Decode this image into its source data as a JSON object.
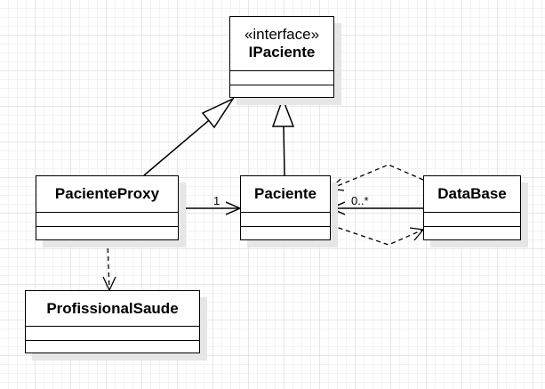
{
  "classes": {
    "ipaciente": {
      "stereotype": "«interface»",
      "name": "IPaciente"
    },
    "pacienteproxy": {
      "name": "PacienteProxy"
    },
    "paciente": {
      "name": "Paciente"
    },
    "database": {
      "name": "DataBase"
    },
    "profissionalsaude": {
      "name": "ProfissionalSaude"
    }
  },
  "relations": {
    "proxy_to_paciente": {
      "type": "association",
      "multiplicity": "1"
    },
    "database_to_paciente": {
      "type": "association",
      "multiplicity": "0..*"
    },
    "proxy_realizes_interface": {
      "type": "realization"
    },
    "paciente_realizes_interface": {
      "type": "realization"
    },
    "database_depends_paciente": {
      "type": "dependency"
    },
    "paciente_depends_database": {
      "type": "dependency"
    },
    "proxy_depends_profissional": {
      "type": "dependency"
    }
  },
  "colors": {
    "line": "#000000",
    "box_fill": "#ffffff",
    "grid": "#e6e6e6"
  }
}
